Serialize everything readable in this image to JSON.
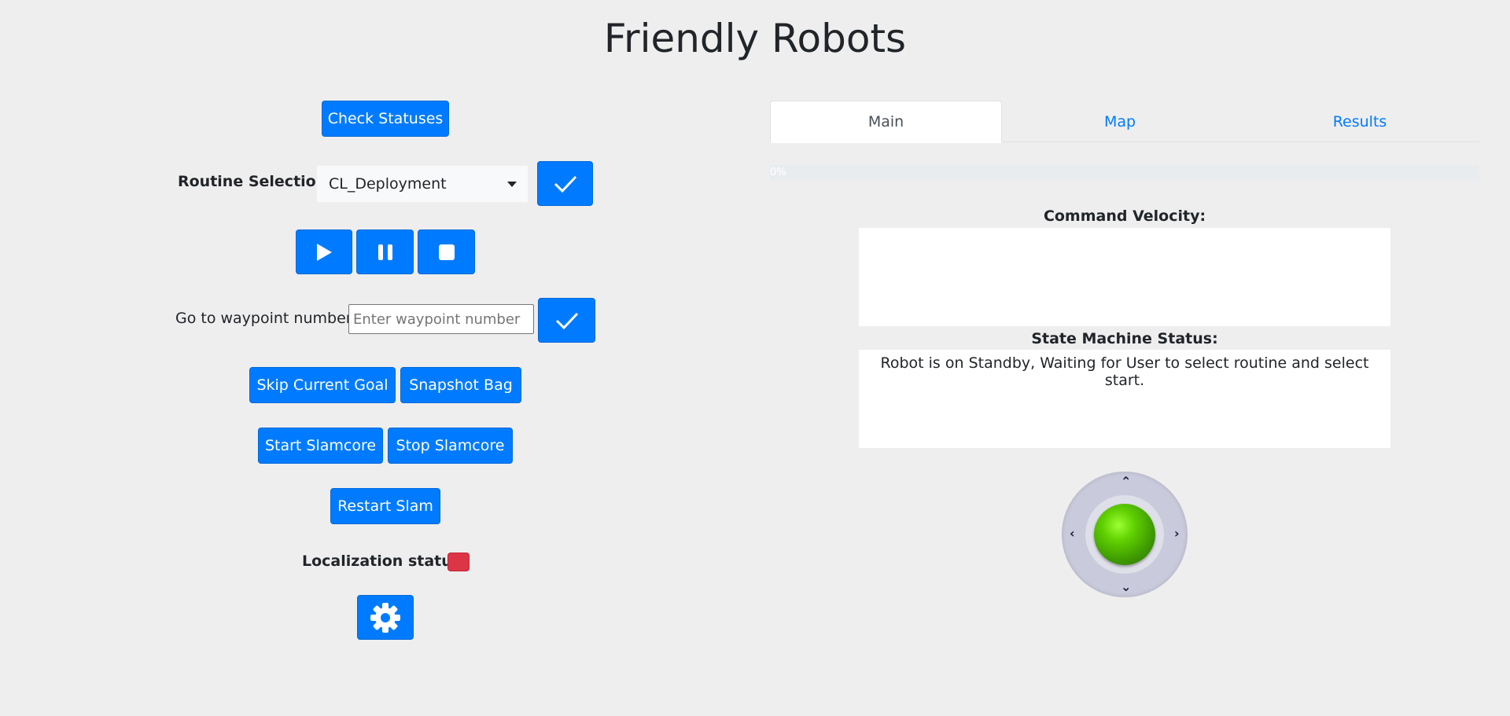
{
  "app": {
    "title": "Friendly Robots"
  },
  "left": {
    "check_statuses_label": "Check Statuses",
    "routine_label": "Routine Selection:",
    "routine_selected": "CL_Deployment",
    "waypoint_label": "Go to waypoint number:",
    "waypoint_placeholder": "Enter waypoint number",
    "waypoint_value": "",
    "skip_goal_label": "Skip Current Goal",
    "snapshot_bag_label": "Snapshot Bag",
    "start_slamcore_label": "Start Slamcore",
    "stop_slamcore_label": "Stop Slamcore",
    "restart_slam_label": "Restart Slam",
    "localization_label": "Localization status:",
    "localization_color": "#dc3545",
    "icons": {
      "confirm": "check-icon",
      "play": "play-icon",
      "pause": "pause-icon",
      "stop": "stop-icon",
      "settings": "gear-icon"
    }
  },
  "right": {
    "tabs": [
      {
        "label": "Main",
        "active": true
      },
      {
        "label": "Map",
        "active": false
      },
      {
        "label": "Results",
        "active": false
      }
    ],
    "progress": {
      "percent": 0,
      "text": "0%"
    },
    "command_velocity_label": "Command Velocity:",
    "command_velocity_text": "",
    "state_machine_label": "State Machine Status:",
    "state_machine_text": "Robot is on Standby, Waiting for User to select routine and select start."
  },
  "colors": {
    "primary": "#007bff",
    "background": "#eeeeee",
    "danger": "#dc3545"
  }
}
